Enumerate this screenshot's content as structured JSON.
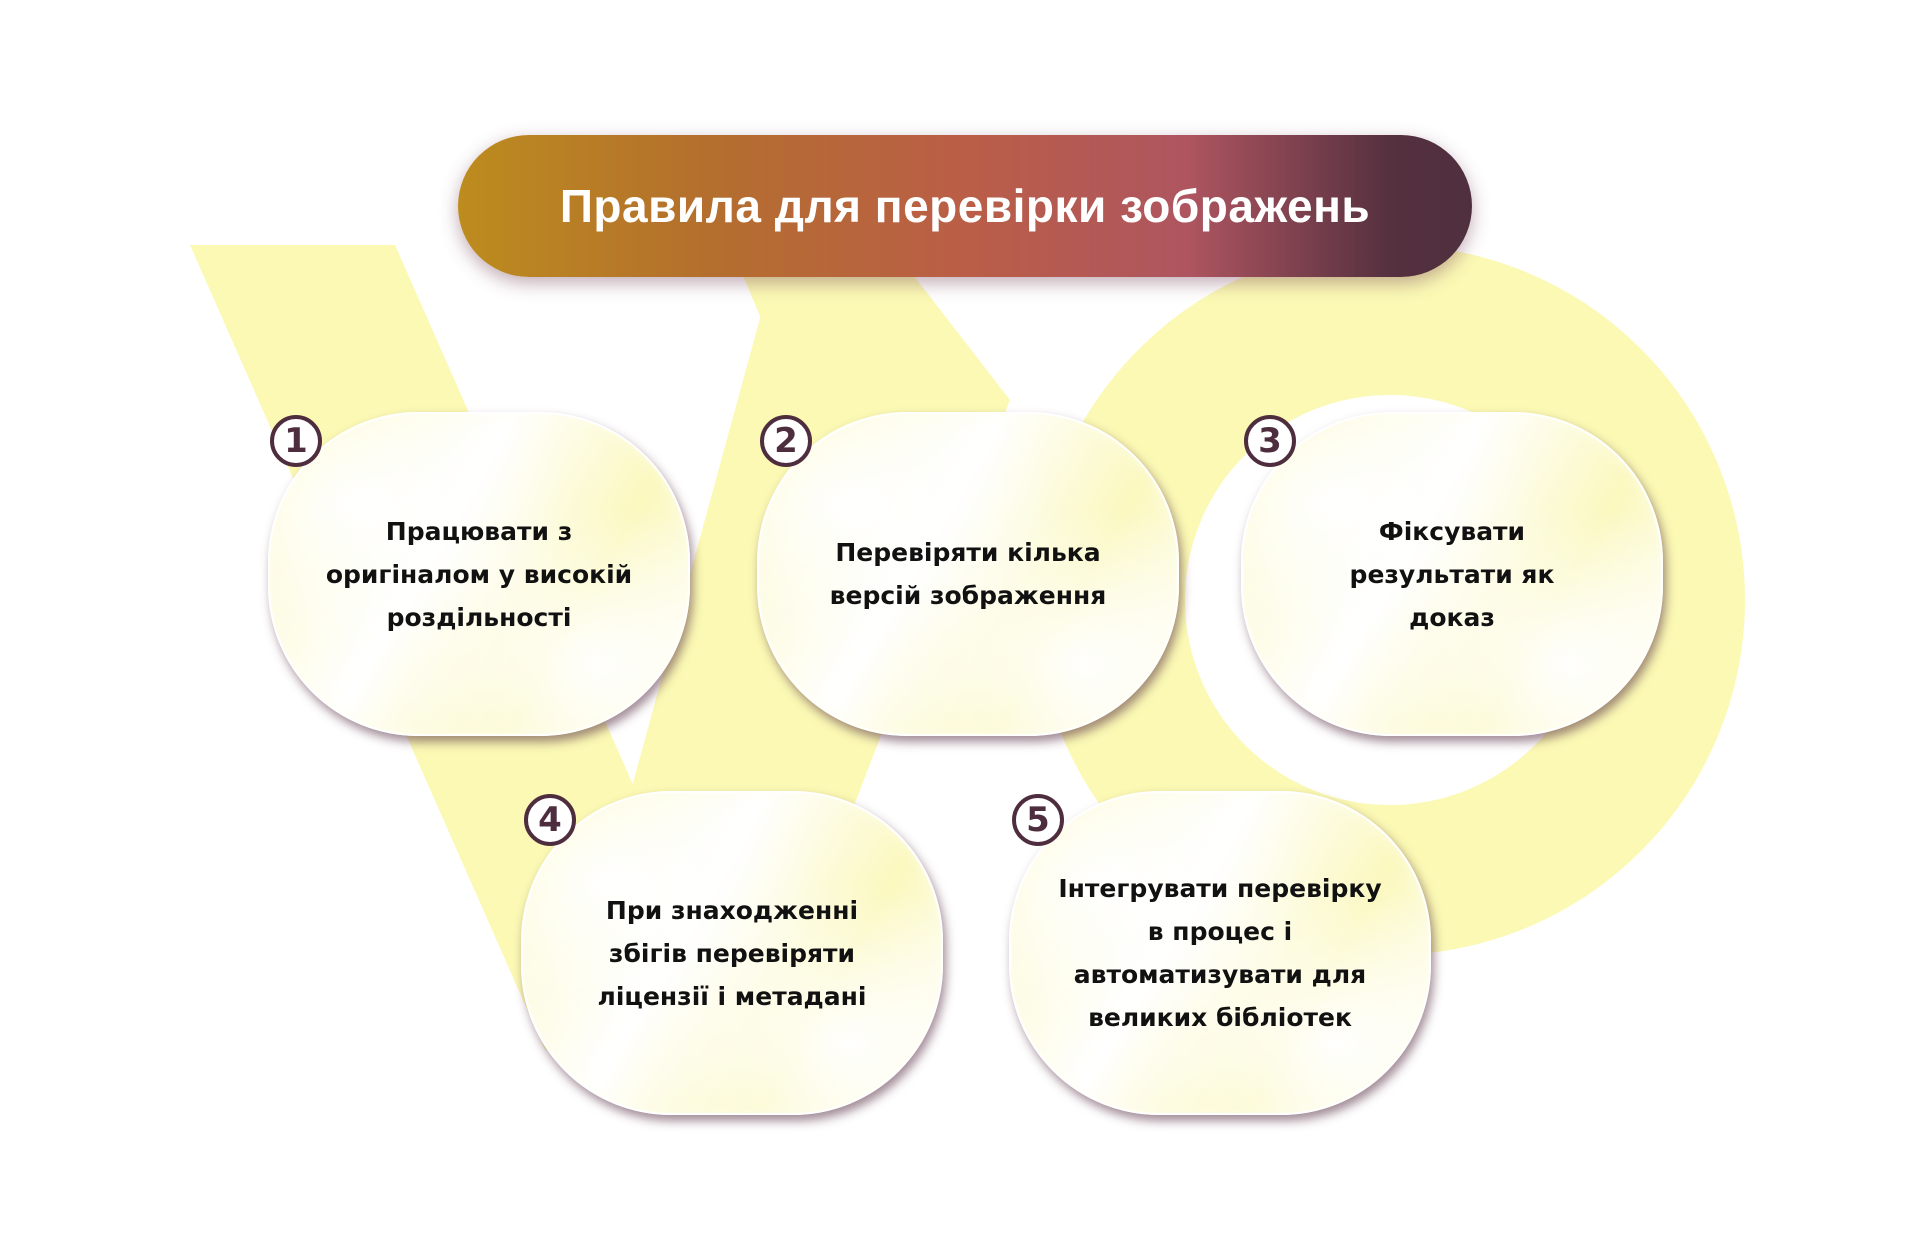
{
  "title": "Правила для перевірки зображень",
  "colors": {
    "title_gradient": [
      "#bc8c1e",
      "#b46e2e",
      "#ba5e47",
      "#ae5560",
      "#55303f"
    ],
    "badge": "#4e2e3e",
    "watermark": "#fbf9b4",
    "text": "#111111"
  },
  "rules": [
    {
      "number": "1",
      "text": "Працювати з\nоригіналом у високій\nроздільності"
    },
    {
      "number": "2",
      "text": "Перевіряти кілька\nверсій зображення"
    },
    {
      "number": "3",
      "text": "Фіксувати\nрезультати як\nдоказ"
    },
    {
      "number": "4",
      "text": "При знаходженні\nзбігів перевіряти\nліцензії і метадані"
    },
    {
      "number": "5",
      "text": "Інтегрувати перевірку\nв процес і\nавтоматизувати для\nвеликих бібліотек"
    }
  ]
}
